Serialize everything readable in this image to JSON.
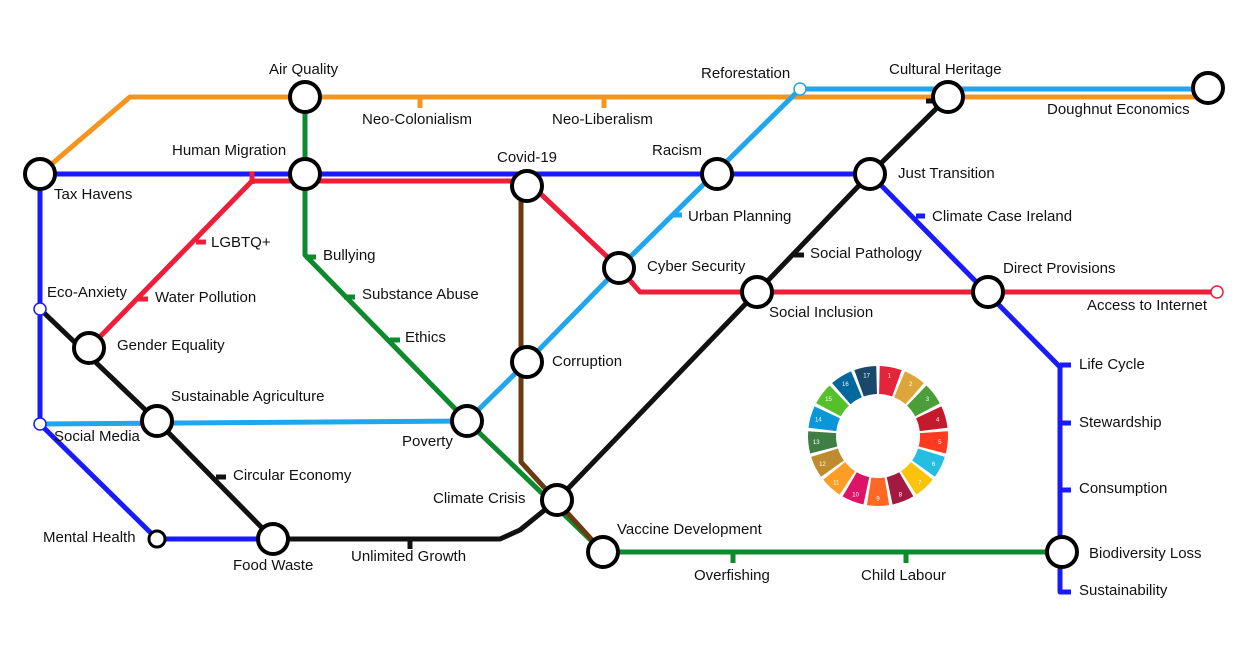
{
  "colors": {
    "orange": "#f7941d",
    "blue": "#1a1aff",
    "red": "#ef1c3a",
    "green": "#0c8a2c",
    "cyan": "#1ea7ee",
    "black": "#111111",
    "brown": "#6b3a12"
  },
  "stations": {
    "air_quality": "Air Quality",
    "neo_colonialism": "Neo-Colonialism",
    "neo_liberalism": "Neo-Liberalism",
    "reforestation": "Reforestation",
    "cultural_heritage": "Cultural Heritage",
    "doughnut_economics": "Doughnut Economics",
    "tax_havens": "Tax Havens",
    "human_migration": "Human Migration",
    "covid_19": "Covid-19",
    "racism": "Racism",
    "just_transition": "Just Transition",
    "urban_planning": "Urban Planning",
    "climate_case_ireland": "Climate Case Ireland",
    "lgbtq": "LGBTQ+",
    "bullying": "Bullying",
    "social_pathology": "Social Pathology",
    "cyber_security": "Cyber Security",
    "direct_provisions": "Direct Provisions",
    "eco_anxiety": "Eco-Anxiety",
    "water_pollution": "Water Pollution",
    "substance_abuse": "Substance Abuse",
    "social_inclusion": "Social Inclusion",
    "access_to_internet": "Access to Internet",
    "ethics": "Ethics",
    "gender_equality": "Gender Equality",
    "corruption": "Corruption",
    "life_cycle": "Life Cycle",
    "sustainable_agriculture": "Sustainable Agriculture",
    "social_media": "Social Media",
    "poverty": "Poverty",
    "stewardship": "Stewardship",
    "circular_economy": "Circular Economy",
    "climate_crisis": "Climate Crisis",
    "consumption": "Consumption",
    "vaccine_development": "Vaccine Development",
    "mental_health": "Mental Health",
    "food_waste": "Food Waste",
    "unlimited_growth": "Unlimited Growth",
    "overfishing": "Overfishing",
    "child_labour": "Child Labour",
    "biodiversity_loss": "Biodiversity Loss",
    "sustainability": "Sustainability"
  },
  "sdg_wheel": {
    "numbers": [
      "1",
      "2",
      "3",
      "4",
      "5",
      "6",
      "7",
      "8",
      "9",
      "10",
      "11",
      "12",
      "13",
      "14",
      "15",
      "16",
      "17"
    ],
    "colors": [
      "#e5243b",
      "#dda63a",
      "#4c9f38",
      "#c5192d",
      "#ff3a21",
      "#26bde2",
      "#fcc30b",
      "#a21942",
      "#fd6925",
      "#dd1367",
      "#fd9d24",
      "#bf8b2e",
      "#3f7e44",
      "#0a97d9",
      "#56c02b",
      "#00689d",
      "#19486a"
    ]
  }
}
